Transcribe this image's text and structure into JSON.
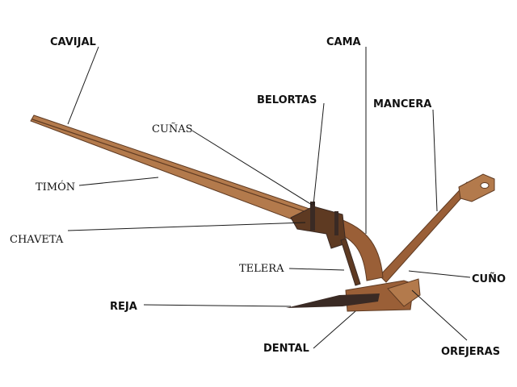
{
  "diagram": {
    "subject": "arado",
    "colors": {
      "wood_light": "#b37a4c",
      "wood_mid": "#9a5f37",
      "wood_dark": "#5e3a22",
      "iron": "#3a2a24",
      "leader": "#1a1a1a",
      "label": "#111111"
    },
    "labels": {
      "cavijal": "CAVIJAL",
      "cama": "CAMA",
      "belortas": "BELORTAS",
      "mancera": "MANCERA",
      "cunas": "CUÑAS",
      "timon": "TIMÓN",
      "chaveta": "CHAVETA",
      "telera": "TELERA",
      "cuno": "CUÑO",
      "reja": "REJA",
      "dental": "DENTAL",
      "orejeras": "OREJERAS"
    }
  }
}
